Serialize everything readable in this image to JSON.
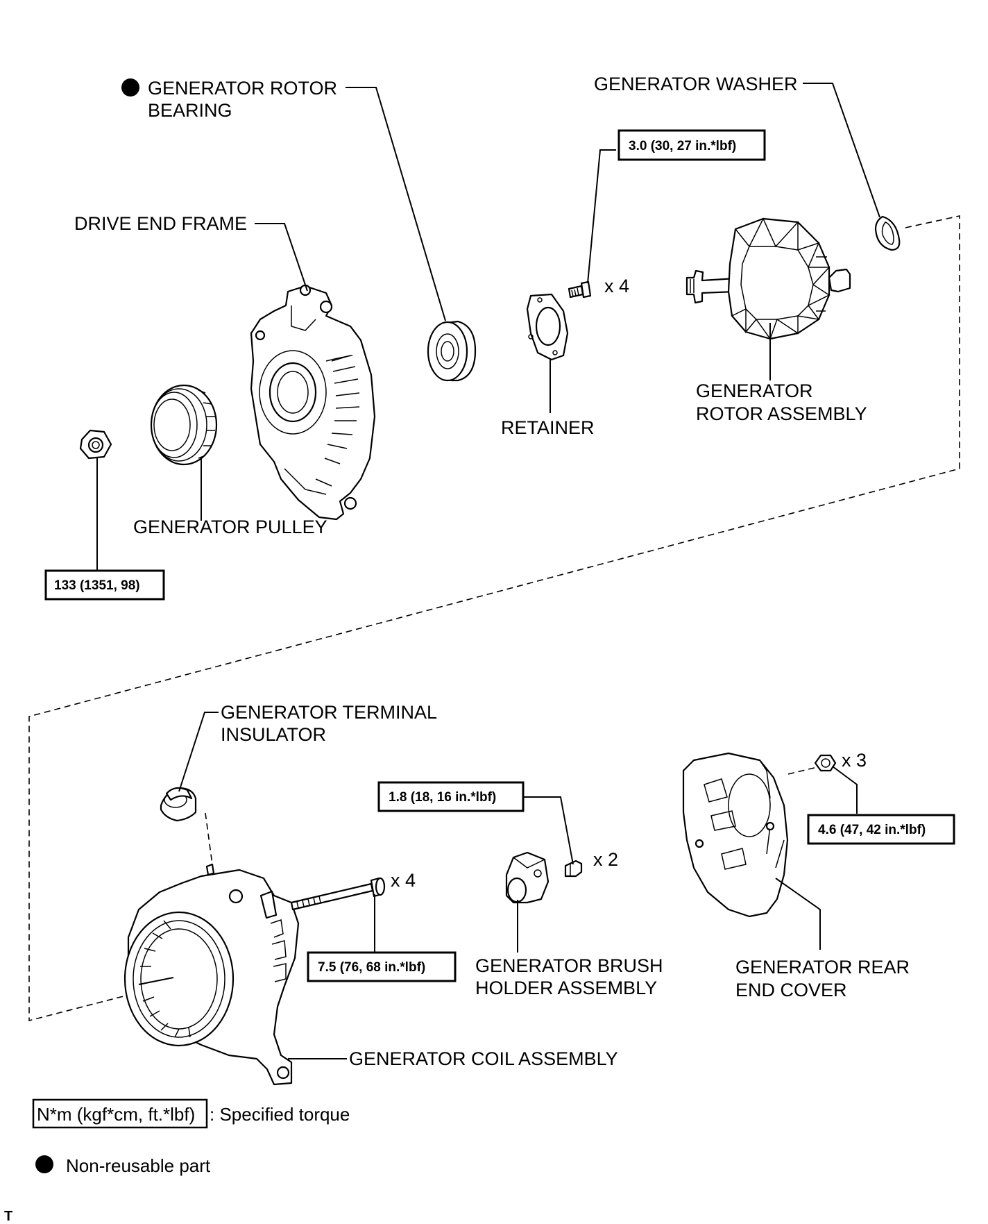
{
  "labels": {
    "rotor_bearing": [
      "GENERATOR ROTOR",
      "BEARING"
    ],
    "washer": "GENERATOR WASHER",
    "drive_end_frame": "DRIVE END FRAME",
    "retainer": "RETAINER",
    "rotor_assembly": [
      "GENERATOR",
      "ROTOR ASSEMBLY"
    ],
    "pulley": "GENERATOR PULLEY",
    "terminal_insulator": [
      "GENERATOR TERMINAL",
      "INSULATOR"
    ],
    "brush_holder": [
      "GENERATOR BRUSH",
      "HOLDER ASSEMBLY"
    ],
    "rear_end_cover": [
      "GENERATOR REAR",
      "END COVER"
    ],
    "coil_assembly": "GENERATOR COIL ASSEMBLY"
  },
  "torques": {
    "retainer_screw": "3.0 (30, 27 in.*lbf)",
    "pulley_nut": "133 (1351, 98)",
    "brush_screw": "1.8 (18, 16 in.*lbf)",
    "rear_cover_nut": "4.6 (47, 42 in.*lbf)",
    "through_bolt": "7.5 (76, 68 in.*lbf)"
  },
  "quantities": {
    "retainer_screw": "x 4",
    "rear_cover_nut": "x 3",
    "brush_screw": "x 2",
    "through_bolt": "x 4"
  },
  "legend": {
    "torque_unit": "N*m (kgf*cm, ft.*lbf)",
    "torque_desc": ": Specified torque",
    "nonreusable": "Non-reusable part"
  },
  "corner_mark": "T"
}
